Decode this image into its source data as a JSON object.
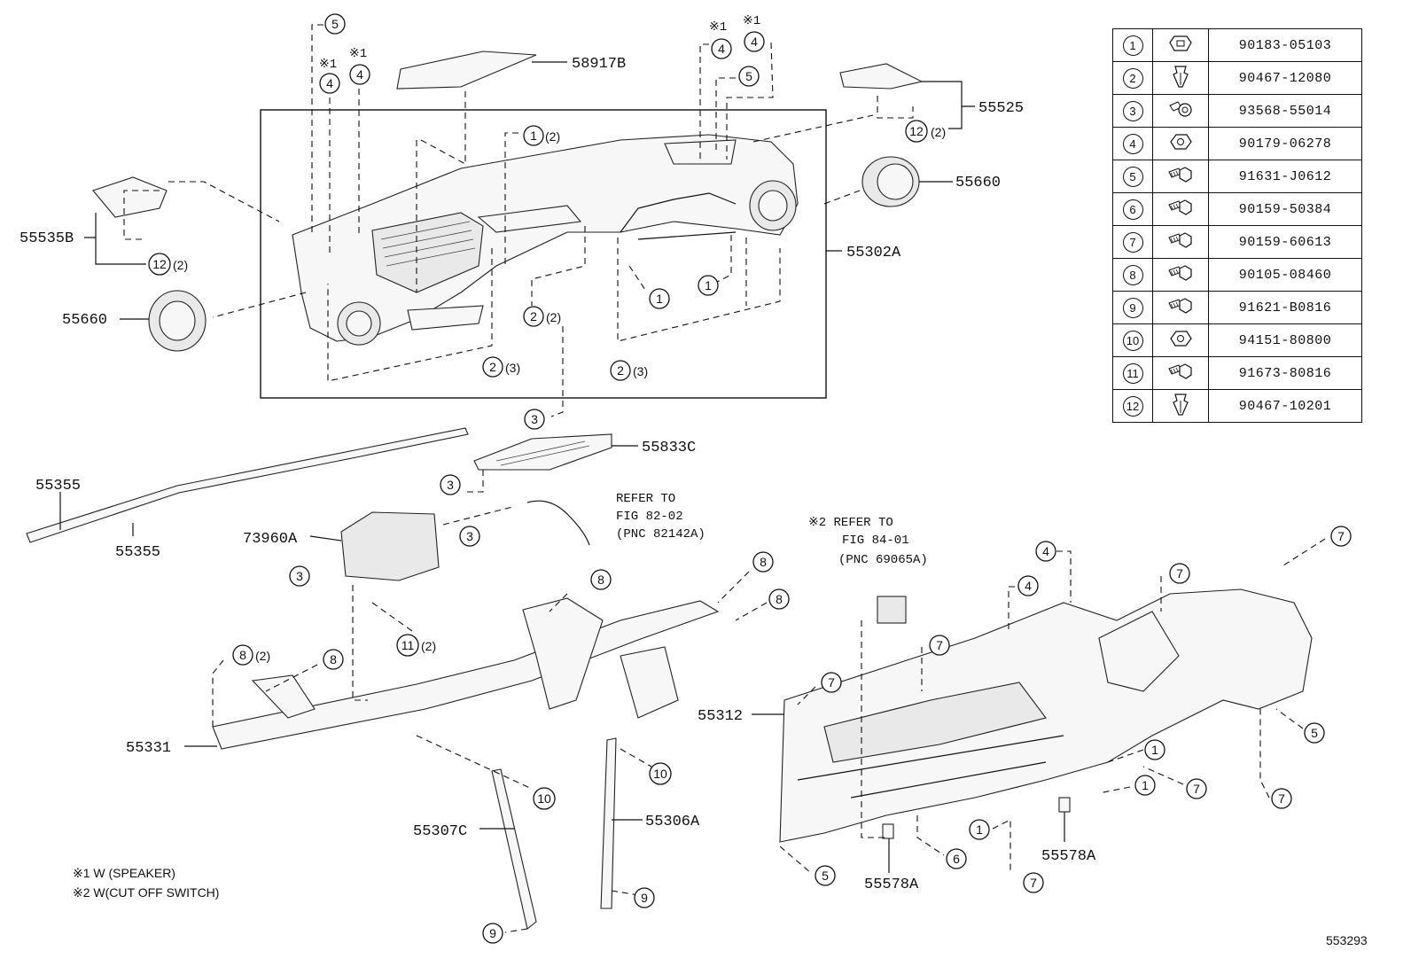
{
  "part_numbers": {
    "p58917B": "58917B",
    "p55525": "55525",
    "p55660_r": "55660",
    "p55302A": "55302A",
    "p55535B": "55535B",
    "p55660_l": "55660",
    "p55833C": "55833C",
    "p55355_a": "55355",
    "p55355_b": "55355",
    "p73960A": "73960A",
    "p55312": "55312",
    "p55331": "55331",
    "p55307C": "55307C",
    "p55306A": "55306A",
    "p55578A_a": "55578A",
    "p55578A_b": "55578A"
  },
  "callouts": {
    "c1": "5",
    "c2": "4",
    "c3": "4",
    "c4": "4",
    "c5": "4",
    "c6": "5",
    "c7": "1",
    "c8": "12",
    "c9": "12",
    "c10": "2",
    "c11": "2",
    "c12": "2",
    "c13": "1",
    "c14": "1",
    "c15": "3",
    "c16": "3",
    "c17": "3",
    "c18": "3",
    "c19": "8",
    "c20": "8",
    "c21": "8",
    "c22": "8",
    "c23": "8",
    "c24": "11",
    "c25": "10",
    "c26": "10",
    "c27": "9",
    "c28": "9",
    "c29": "4",
    "c30": "4",
    "c31": "7",
    "c32": "7",
    "c33": "7",
    "c34": "7",
    "c35": "1",
    "c36": "1",
    "c37": "1",
    "c38": "7",
    "c39": "7",
    "c40": "5",
    "c41": "7",
    "c42": "6",
    "c43": "5"
  },
  "quantities": {
    "q_2a": "(2)",
    "q_2b": "(2)",
    "q_2c": "(2)",
    "q_2d": "(2)",
    "q_3a": "(3)",
    "q_3b": "(3)",
    "q_8": "(2)",
    "q_11": "(2)"
  },
  "marks": {
    "m1": "※1",
    "m2": "※1",
    "m3": "※1",
    "m4": "※1"
  },
  "refs": {
    "ref1_line1": "REFER TO",
    "ref1_line2": "FIG 82-02",
    "ref1_line3": "(PNC 82142A)",
    "ref2_line1": "※2 REFER TO",
    "ref2_line2": "FIG 84-01",
    "ref2_line3": "(PNC 69065A)"
  },
  "footnotes": {
    "note1": "※1 W (SPEAKER)",
    "note2": "※2 W(CUT OFF SWITCH)"
  },
  "figure_id": "553293",
  "parts_table": [
    {
      "index": "1",
      "icon": "clip-nut-icon",
      "part_no": "90183-05103"
    },
    {
      "index": "2",
      "icon": "clip-icon",
      "part_no": "90467-12080"
    },
    {
      "index": "3",
      "icon": "screw-icon",
      "part_no": "93568-55014"
    },
    {
      "index": "4",
      "icon": "nut-icon",
      "part_no": "90179-06278"
    },
    {
      "index": "5",
      "icon": "bolt-icon",
      "part_no": "91631-J0612"
    },
    {
      "index": "6",
      "icon": "bolt-icon",
      "part_no": "90159-50384"
    },
    {
      "index": "7",
      "icon": "bolt-icon",
      "part_no": "90159-60613"
    },
    {
      "index": "8",
      "icon": "bolt-icon",
      "part_no": "90105-08460"
    },
    {
      "index": "9",
      "icon": "bolt-icon",
      "part_no": "91621-B0816"
    },
    {
      "index": "10",
      "icon": "nut-icon",
      "part_no": "94151-80800"
    },
    {
      "index": "11",
      "icon": "bolt-icon",
      "part_no": "91673-80816"
    },
    {
      "index": "12",
      "icon": "clip-icon",
      "part_no": "90467-10201"
    }
  ]
}
